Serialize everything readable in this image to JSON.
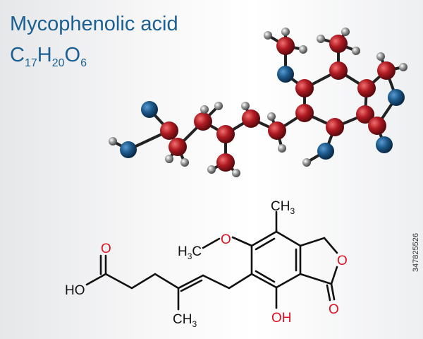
{
  "title": "Mycophenolic acid",
  "formula": {
    "c": "C",
    "c_n": "17",
    "h": "H",
    "h_n": "20",
    "o": "O",
    "o_n": "6"
  },
  "stock_id": "347825526",
  "structure_labels": {
    "ch3_top": "CH",
    "ch3_top_n": "3",
    "methoxy_o": "O",
    "h3c": "H",
    "h3c_n": "3",
    "h3c_c": "C",
    "lactone_o": "O",
    "carbonyl_o": "O",
    "oh": "OH",
    "ch3_bottom": "CH",
    "ch3_bottom_n": "3",
    "acid_o": "O",
    "ho": "HO"
  },
  "colors": {
    "title": "#1b5f93",
    "carbon_ball": "#b01a22",
    "oxygen_ball": "#1d5a8c",
    "hydrogen_ball": "#8a8a8a",
    "oxygen_label": "#e01020"
  }
}
